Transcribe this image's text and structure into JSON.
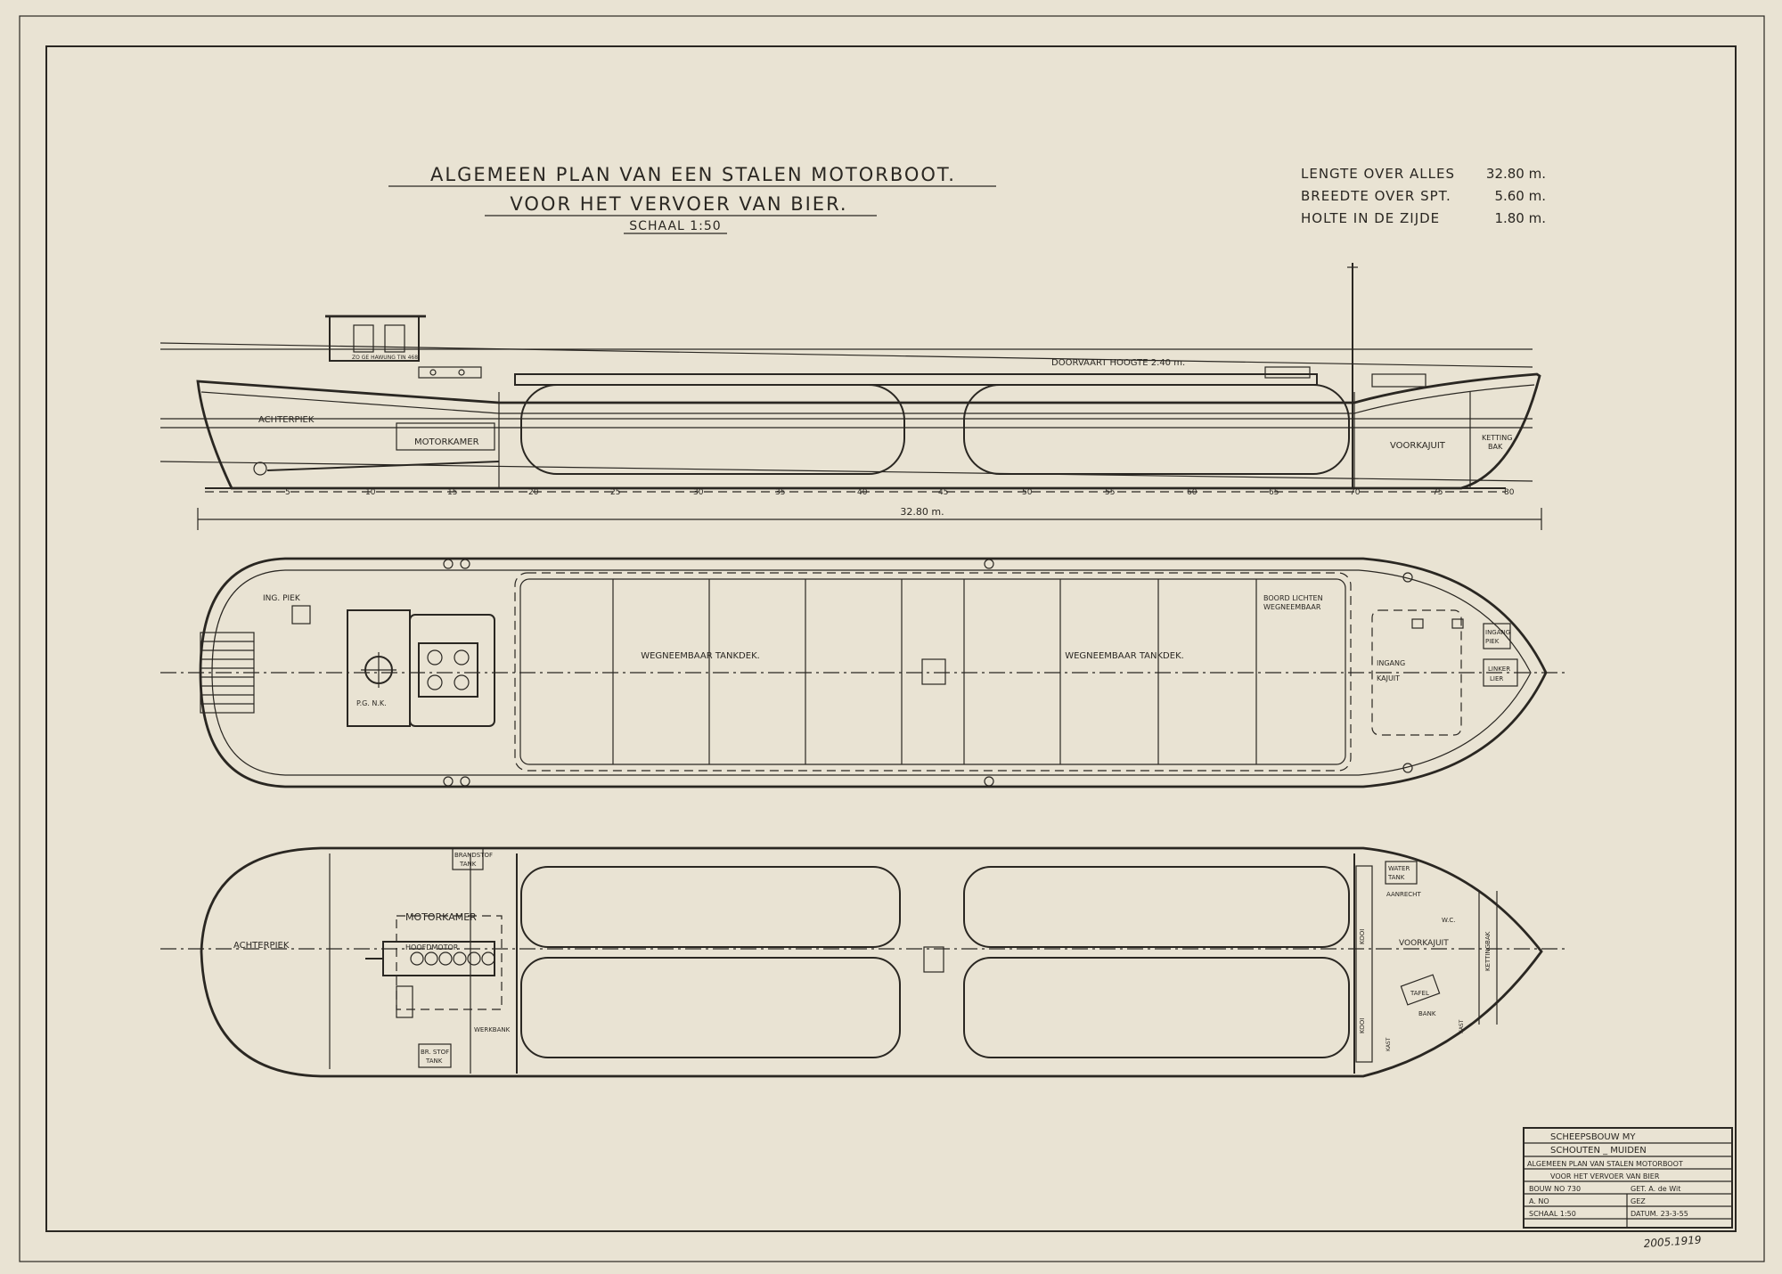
{
  "title": {
    "line1": "ALGEMEEN PLAN VAN EEN STALEN MOTORBOOT.",
    "line2": "VOOR HET VERVOER VAN BIER.",
    "scale": "SCHAAL 1:50"
  },
  "dimensions": [
    {
      "label": "LENGTE OVER ALLES",
      "value": "32.80 m."
    },
    {
      "label": "BREEDTE OVER SPT.",
      "value": "5.60 m."
    },
    {
      "label": "HOLTE IN DE ZIJDE",
      "value": "1.80 m."
    }
  ],
  "side_view": {
    "clearance": "DOORVAART HOOGTE 2.40 m.",
    "wheelhouse_note": "ZO GE HAWUNG TIN 468",
    "achterpiek": "ACHTERPIEK",
    "motorkamer": "MOTORKAMER",
    "voorkajuit": "VOORKAJUIT",
    "kettingbak": [
      "KETTING",
      "BAK"
    ],
    "frames": [
      "5",
      "10",
      "15",
      "20",
      "25",
      "30",
      "35",
      "40",
      "45",
      "50",
      "55",
      "60",
      "65",
      "70",
      "75",
      "80"
    ],
    "overall_length": "32.80 m."
  },
  "deck_plan": {
    "ing_piek": "ING. PIEK",
    "pg_nk": "P.G. N.K.",
    "tankdek_1": "WEGNEEMBAAR TANKDEK.",
    "tankdek_2": "WEGNEEMBAAR TANKDEK.",
    "boord_lichten": [
      "BOORD LICHTEN",
      "WEGNEEMBAAR"
    ],
    "ingang_kajuit": [
      "INGANG",
      "KAJUIT"
    ],
    "ingang_piek": [
      "INGANG",
      "PIEK"
    ],
    "anker_lier": [
      "LINKER",
      "LIER"
    ]
  },
  "hold_plan": {
    "achterpiek": "ACHTERPIEK",
    "motorkamer": "MOTORKAMER",
    "hoofdmotor": "HOOFDMOTOR",
    "brandstof": [
      "BRANDSTOF",
      "TANK"
    ],
    "br_stof": [
      "BR. STOF",
      "TANK"
    ],
    "werkbank": "WERKBANK",
    "water": [
      "WATER",
      "TANK"
    ],
    "aanrecht": "AANRECHT",
    "wc": "W.C.",
    "voorkajuit": "VOORKAJUIT",
    "kooi": "KOOI",
    "kast": "KAST",
    "tafel": "TAFEL",
    "bank": "BANK",
    "kettingbak": "KETTINGBAK"
  },
  "title_block": {
    "yard": "SCHEEPSBOUW MY",
    "yard2": "SCHOUTEN _ MUIDEN",
    "desc1": "ALGEMEEN PLAN VAN STALEN MOTORBOOT",
    "desc2": "VOOR HET VERVOER VAN BIER",
    "bouw": "BOUW NO 730",
    "get": "GET. A. de Wit",
    "ano": "A. NO",
    "gez": "GEZ",
    "schaal": "SCHAAL 1:50",
    "datum": "DATUM. 23-3-55"
  },
  "archive_number": "2005.1919"
}
